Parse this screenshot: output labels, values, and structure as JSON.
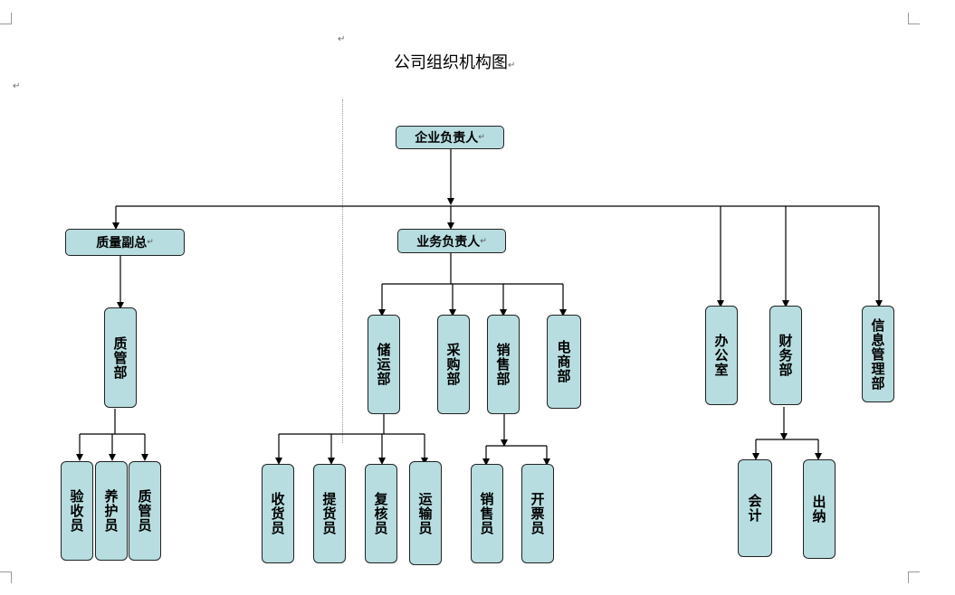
{
  "title": "公司组织机构图",
  "para_mark": "↵",
  "nodes": {
    "ceo": "企业负责人",
    "quality_vp": "质量副总",
    "business_head": "业务负责人",
    "qc_dept": "质管部",
    "storage_dept": "储运部",
    "purchase_dept": "采购部",
    "sales_dept": "销售部",
    "ecommerce_dept": "电商部",
    "office": "办公室",
    "finance_dept": "财务部",
    "it_dept": "信息管理部",
    "inspector": "验收员",
    "maintainer": "养护员",
    "quality_manager": "质管员",
    "receiver": "收货员",
    "picker": "提货员",
    "rechecker": "复核员",
    "transporter": "运输员",
    "salesperson": "销售员",
    "invoicer": "开票员",
    "accountant": "会计",
    "cashier": "出纳"
  }
}
